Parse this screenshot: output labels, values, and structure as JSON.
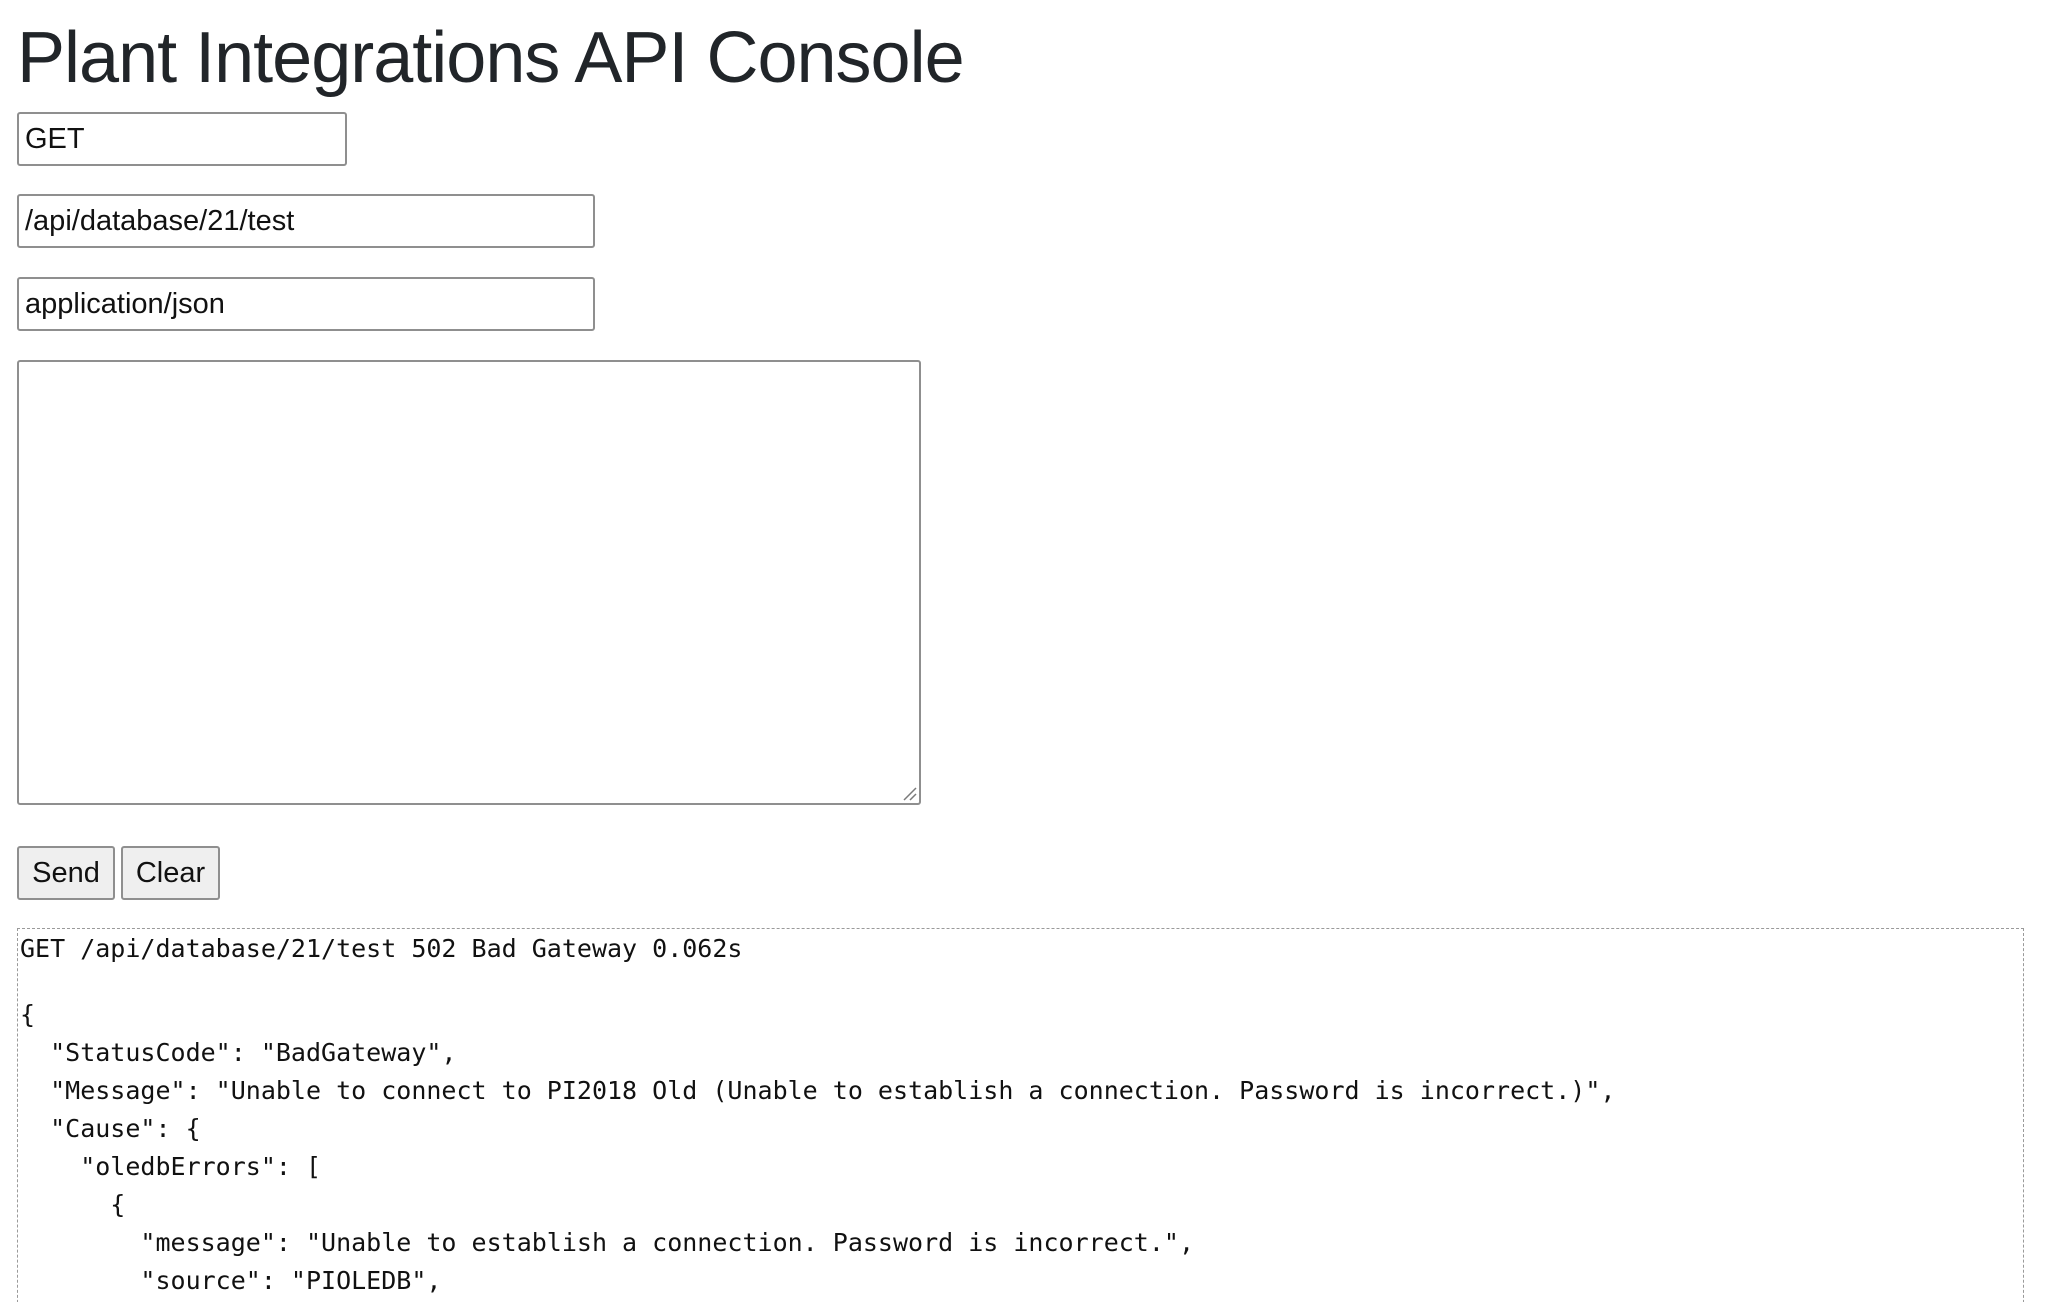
{
  "page": {
    "title": "Plant Integrations API Console"
  },
  "request": {
    "method": "GET",
    "path": "/api/database/21/test",
    "content_type": "application/json",
    "body": ""
  },
  "buttons": {
    "send_label": "Send",
    "clear_label": "Clear"
  },
  "response": {
    "status_line": "GET /api/database/21/test 502 Bad Gateway 0.062s",
    "lines": [
      "{",
      "  \"StatusCode\": \"BadGateway\",",
      "  \"Message\": \"Unable to connect to PI2018 Old (Unable to establish a connection. Password is incorrect.)\",",
      "  \"Cause\": {",
      "    \"oledbErrors\": [",
      "      {",
      "        \"message\": \"Unable to establish a connection. Password is incorrect.\",",
      "        \"source\": \"PIOLEDB\","
    ]
  }
}
